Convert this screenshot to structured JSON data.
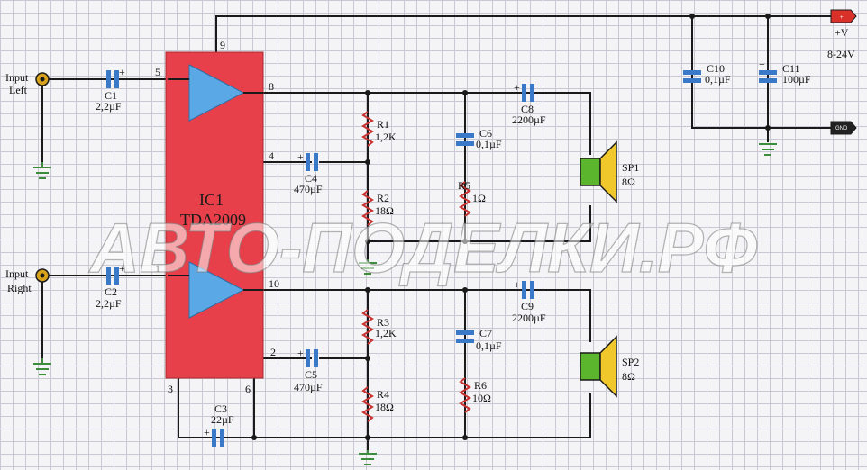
{
  "ic": {
    "name": "IC1",
    "part": "TDA2009",
    "pins": {
      "p1": "1",
      "p2": "2",
      "p3": "3",
      "p4": "4",
      "p5": "5",
      "p6": "6",
      "p8": "8",
      "p9": "9",
      "p10": "10"
    }
  },
  "inputs": {
    "left_line1": "Input",
    "left_line2": "Left",
    "right_line1": "Input",
    "right_line2": "Right"
  },
  "components": {
    "c1": {
      "name": "C1",
      "value": "2,2µF"
    },
    "c2": {
      "name": "C2",
      "value": "2,2µF"
    },
    "c3": {
      "name": "C3",
      "value": "22µF"
    },
    "c4": {
      "name": "C4",
      "value": "470µF"
    },
    "c5": {
      "name": "C5",
      "value": "470µF"
    },
    "c6": {
      "name": "C6",
      "value": "0,1µF"
    },
    "c7": {
      "name": "C7",
      "value": "0,1µF"
    },
    "c8": {
      "name": "C8",
      "value": "2200µF"
    },
    "c9": {
      "name": "C9",
      "value": "2200µF"
    },
    "c10": {
      "name": "C10",
      "value": "0,1µF"
    },
    "c11": {
      "name": "C11",
      "value": "100µF"
    },
    "r1": {
      "name": "R1",
      "value": "1,2K"
    },
    "r2": {
      "name": "R2",
      "value": "18Ω"
    },
    "r3": {
      "name": "R3",
      "value": "1,2K"
    },
    "r4": {
      "name": "R4",
      "value": "18Ω"
    },
    "r5": {
      "name": "R5",
      "value": "1Ω"
    },
    "r6": {
      "name": "R6",
      "value": "10Ω"
    },
    "sp1": {
      "name": "SP1",
      "value": "8Ω"
    },
    "sp2": {
      "name": "SP2",
      "value": "8Ω"
    }
  },
  "power": {
    "plus_tag": "+",
    "gnd_tag": "GND",
    "vplus": "+V",
    "range": "8-24V"
  },
  "watermark": "АВТО-ПОДЕЛКИ.РФ",
  "colors": {
    "ic_body": "#e8404a",
    "opamp": "#5aa9e6",
    "cap": "#3a78c8",
    "resistor": "#c83232",
    "speaker_magnet": "#5bb52d",
    "speaker_cone": "#f0c82c",
    "input_jack": "#d9a21b",
    "ground": "#3c8c3c",
    "tag_red": "#d9302a",
    "tag_black": "#222222"
  }
}
